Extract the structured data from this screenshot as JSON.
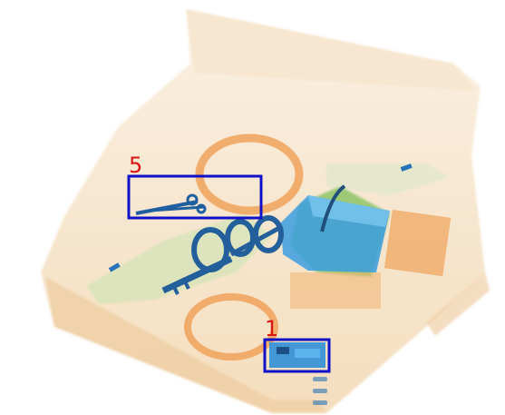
{
  "image": {
    "description": "",
    "colors": {
      "background": "#ffffff",
      "tray": "#f6dfbf",
      "organic": "#f0a25a",
      "metal": "#2a73b8",
      "green": "#7fbf5a",
      "box": "#1010c8",
      "label": "#d81414"
    }
  },
  "annotations": [
    {
      "id": "5",
      "label": "5",
      "object": "scissors"
    },
    {
      "id": "1",
      "label": "1",
      "object": "blade-in-case"
    }
  ]
}
